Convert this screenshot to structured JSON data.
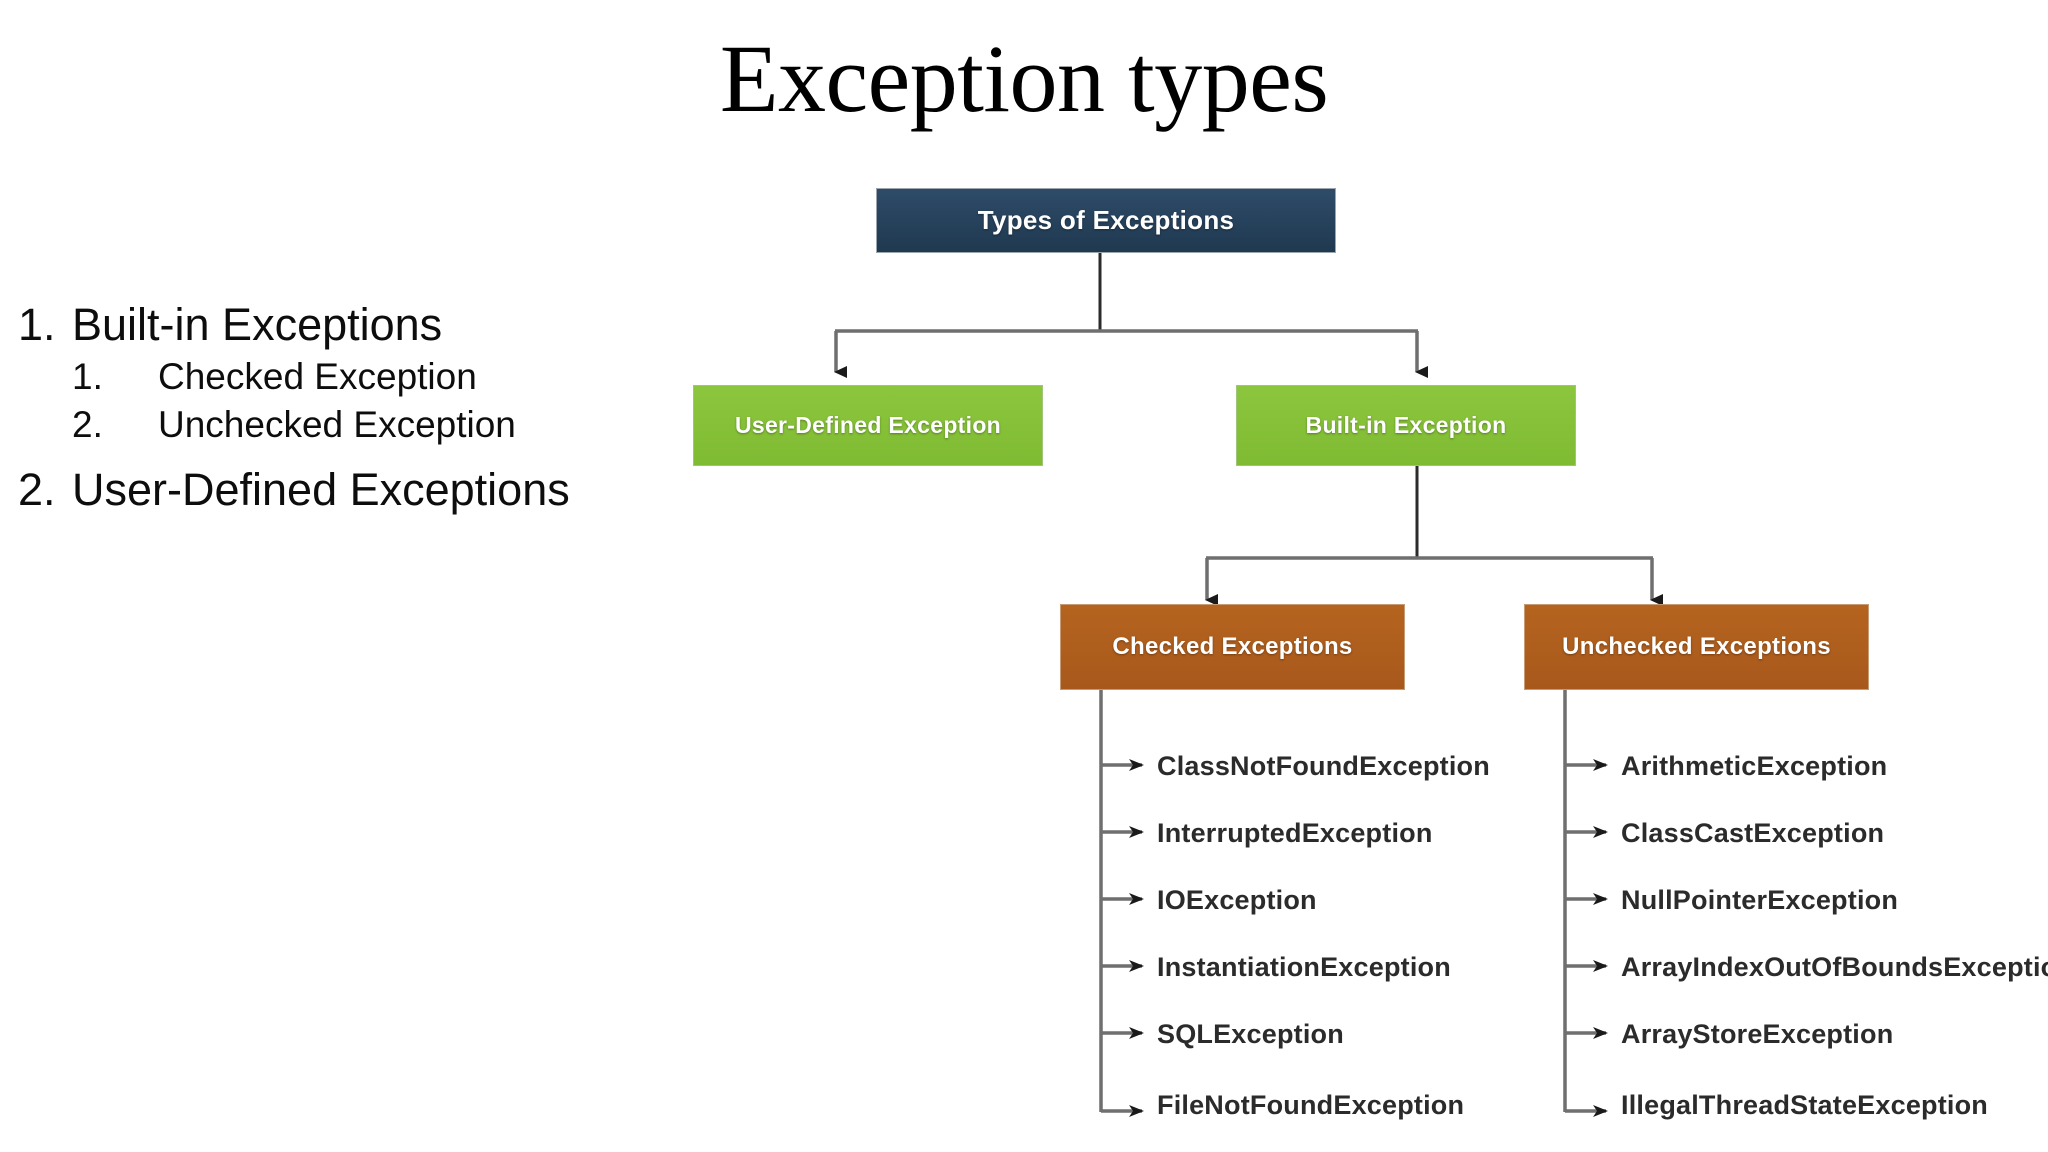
{
  "slide": {
    "title": "Exception types",
    "background_color": "#ffffff"
  },
  "outline": {
    "items": [
      {
        "num": "1.",
        "label": "Built-in Exceptions",
        "level": 1
      },
      {
        "num": "1.",
        "label": "Checked Exception",
        "level": 2
      },
      {
        "num": "2.",
        "label": "Unchecked Exception",
        "level": 2
      },
      {
        "num": "2.",
        "label": "User-Defined Exceptions",
        "level": 1
      }
    ]
  },
  "diagram": {
    "colors": {
      "root": "#2a4259",
      "branch": "#8cc63e",
      "leafbox": "#b5641f",
      "connector": "#808080",
      "arrowhead": "#1a1a1a",
      "leaf_text": "#2b2b2b"
    },
    "root": {
      "label": "Types of Exceptions"
    },
    "branches": [
      {
        "label": "User-Defined Exception"
      },
      {
        "label": "Built-in Exception"
      }
    ],
    "groups": [
      {
        "label": "Checked Exceptions",
        "items": [
          "ClassNotFoundException",
          "InterruptedException",
          "IOException",
          "InstantiationException",
          "SQLException",
          "FileNotFoundException"
        ]
      },
      {
        "label": "Unchecked Exceptions",
        "items": [
          "ArithmeticException",
          "ClassCastException",
          "NullPointerException",
          "ArrayIndexOutOfBoundsException",
          "ArrayStoreException",
          "IllegalThreadStateException"
        ]
      }
    ]
  }
}
